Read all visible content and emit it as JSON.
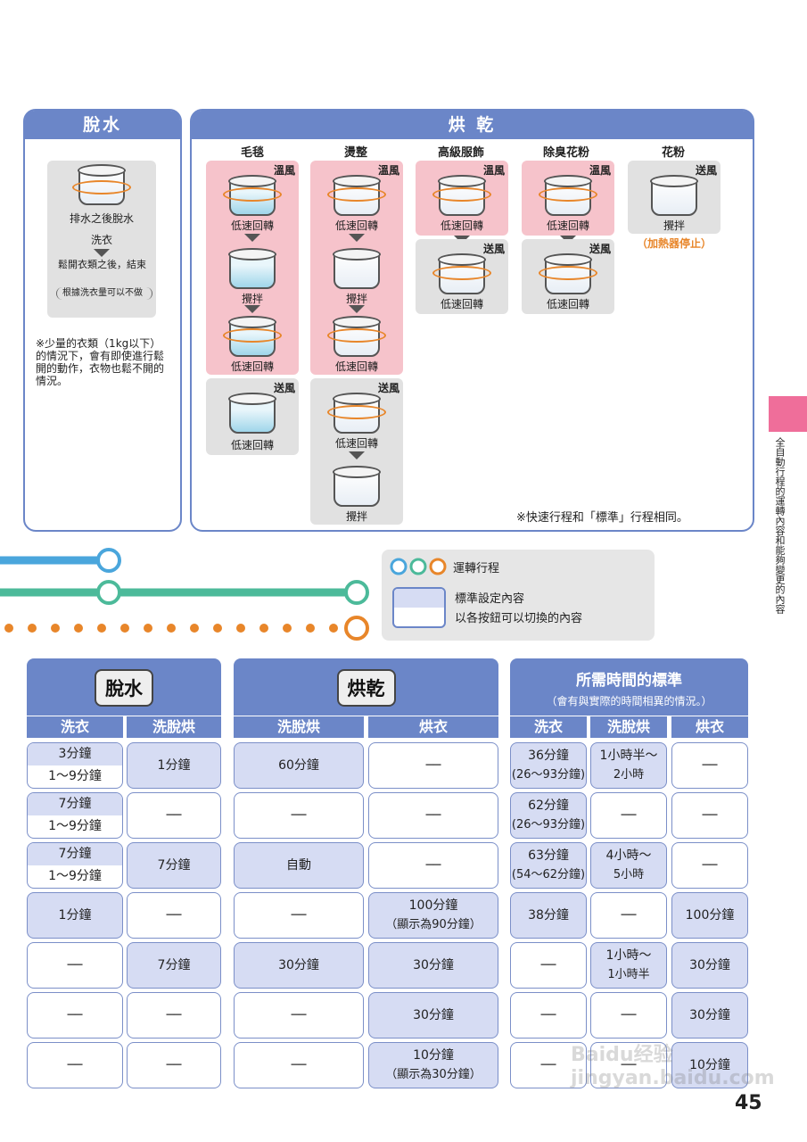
{
  "spin_panel": {
    "title": "脫水",
    "step1": "排水之後脫水",
    "step2": "洗衣",
    "step3": "鬆開衣類之後，結束",
    "step3_note": "根據洗衣量可以不做",
    "note": "※少量的衣類（1kg以下）的情況下，會有即使進行鬆開的動作，衣物也鬆不開的情況。"
  },
  "dry_panel": {
    "title": "烘 乾",
    "columns": [
      "毛毯",
      "燙整",
      "高級服飾",
      "除臭花粉",
      "花粉"
    ],
    "labels": {
      "warm": "溫風",
      "blow": "送風",
      "low_speed": "低速回轉",
      "stir": "攪拌",
      "heater_stop": "（加熱器停止）"
    },
    "note": "※快速行程和「標準」行程相同。"
  },
  "legend": {
    "run_course": "運轉行程",
    "standard": "標準設定內容",
    "switchable": "以各按鈕可以切換的內容"
  },
  "side_tab": "全自動行程的運轉內容和能夠變更的內容",
  "tables": {
    "spin": {
      "title": "脫水",
      "headers": [
        "洗衣",
        "洗脫烘"
      ],
      "rows": [
        [
          {
            "top": "3分鐘",
            "bottom": "1～9分鐘"
          },
          {
            "text": "1分鐘",
            "hl": true
          }
        ],
        [
          {
            "top": "7分鐘",
            "bottom": "1～9分鐘"
          },
          {
            "text": "──",
            "hl": false
          }
        ],
        [
          {
            "top": "7分鐘",
            "bottom": "1～9分鐘"
          },
          {
            "text": "7分鐘",
            "hl": true
          }
        ],
        [
          {
            "text": "1分鐘",
            "hl": true
          },
          {
            "text": "──",
            "hl": false
          }
        ],
        [
          {
            "text": "──",
            "hl": false
          },
          {
            "text": "7分鐘",
            "hl": true
          }
        ],
        [
          {
            "text": "──",
            "hl": false
          },
          {
            "text": "──",
            "hl": false
          }
        ],
        [
          {
            "text": "──",
            "hl": false
          },
          {
            "text": "──",
            "hl": false
          }
        ]
      ]
    },
    "dry": {
      "title": "烘乾",
      "headers": [
        "洗脫烘",
        "烘衣"
      ],
      "rows": [
        [
          {
            "text": "60分鐘",
            "hl": true
          },
          {
            "text": "──",
            "hl": false
          }
        ],
        [
          {
            "text": "──",
            "hl": false
          },
          {
            "text": "──",
            "hl": false
          }
        ],
        [
          {
            "text": "自動",
            "hl": true
          },
          {
            "text": "──",
            "hl": false
          }
        ],
        [
          {
            "text": "──",
            "hl": false
          },
          {
            "text": "100分鐘",
            "sub": "（顯示為90分鐘）",
            "hl": true
          }
        ],
        [
          {
            "text": "30分鐘",
            "hl": true
          },
          {
            "text": "30分鐘",
            "hl": true
          }
        ],
        [
          {
            "text": "──",
            "hl": false
          },
          {
            "text": "30分鐘",
            "hl": true
          }
        ],
        [
          {
            "text": "──",
            "hl": false
          },
          {
            "text": "10分鐘",
            "sub": "（顯示為30分鐘）",
            "hl": true
          }
        ]
      ]
    },
    "time": {
      "title": "所需時間的標準",
      "subtitle": "（會有與實際的時間相異的情況。）",
      "headers": [
        "洗衣",
        "洗脫烘",
        "烘衣"
      ],
      "rows": [
        [
          {
            "text": "36分鐘",
            "sub": "(26～93分鐘)",
            "hl": true
          },
          {
            "text": "1小時半～",
            "sub": "2小時",
            "hl": true
          },
          {
            "text": "──",
            "hl": false
          }
        ],
        [
          {
            "text": "62分鐘",
            "sub": "(26～93分鐘)",
            "hl": true
          },
          {
            "text": "──",
            "hl": false
          },
          {
            "text": "──",
            "hl": false
          }
        ],
        [
          {
            "text": "63分鐘",
            "sub": "(54～62分鐘)",
            "hl": true
          },
          {
            "text": "4小時～",
            "sub": "5小時",
            "hl": true
          },
          {
            "text": "──",
            "hl": false
          }
        ],
        [
          {
            "text": "38分鐘",
            "hl": true
          },
          {
            "text": "──",
            "hl": false
          },
          {
            "text": "100分鐘",
            "hl": true
          }
        ],
        [
          {
            "text": "──",
            "hl": false
          },
          {
            "text": "1小時～",
            "sub": "1小時半",
            "hl": true
          },
          {
            "text": "30分鐘",
            "hl": true
          }
        ],
        [
          {
            "text": "──",
            "hl": false
          },
          {
            "text": "──",
            "hl": false
          },
          {
            "text": "30分鐘",
            "hl": true
          }
        ],
        [
          {
            "text": "──",
            "hl": false
          },
          {
            "text": "──",
            "hl": false
          },
          {
            "text": "10分鐘",
            "hl": true
          }
        ]
      ]
    }
  },
  "page_number": "45",
  "watermark": "Baidu经验 jingyan.baidu.com",
  "colors": {
    "accent": "#6b86c8",
    "pink_tab": "#ef6e9a",
    "line_blue": "#4aa6dc",
    "line_green": "#4cba9a",
    "line_orange": "#e8862a",
    "highlight": "#d6dcf3"
  }
}
